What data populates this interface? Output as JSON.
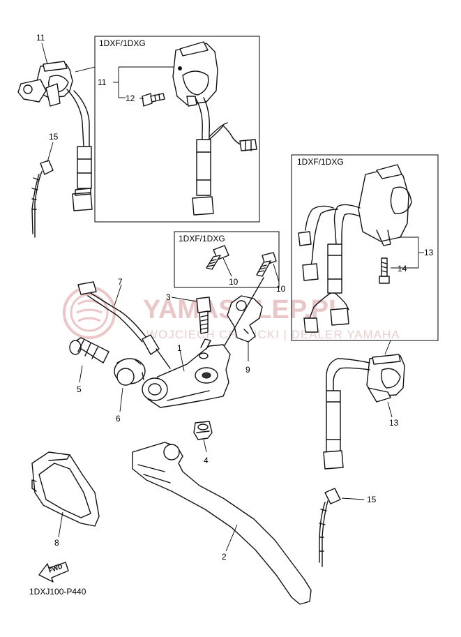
{
  "diagram_code": "1DXJ100-P440",
  "watermark": {
    "main": "YAMASKLEP.PL",
    "sub": "WOJCIECH CHYLICKI | DEALER YAMAHA"
  },
  "boxes": {
    "top_left": "1DXF/1DXG",
    "center": "1DXF/1DXG",
    "right": "1DXF/1DXG"
  },
  "fwd_label": "FWD",
  "labels": {
    "p1": "1",
    "p2": "2",
    "p3": "3",
    "p4": "4",
    "p5": "5",
    "p6": "6",
    "p7": "7",
    "p8": "8",
    "p9": "9",
    "p10a": "10",
    "p10b": "10",
    "p11a": "11",
    "p11b": "11",
    "p12": "12",
    "p13a": "13",
    "p13b": "13",
    "p14": "14",
    "p15a": "15",
    "p15b": "15"
  }
}
